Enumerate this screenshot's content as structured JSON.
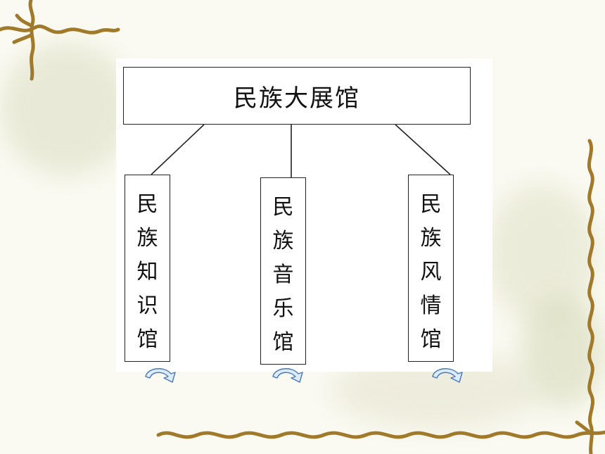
{
  "diagram": {
    "root": {
      "label": "民族大展馆"
    },
    "children": [
      {
        "chars": [
          "民",
          "族",
          "知",
          "识",
          "馆"
        ]
      },
      {
        "chars": [
          "民",
          "族",
          "音",
          "乐",
          "馆"
        ]
      },
      {
        "chars": [
          "民",
          "族",
          "风",
          "情",
          "馆"
        ]
      }
    ]
  },
  "icons": {
    "nav_arrow": "curved-arrow-icon",
    "vine": "vine-decoration"
  },
  "colors": {
    "background": "#fbfaf2",
    "vine": "#a07a2a",
    "arrow_fill": "#dcecfa",
    "arrow_stroke": "#4a78b4",
    "box_border": "#222222"
  }
}
